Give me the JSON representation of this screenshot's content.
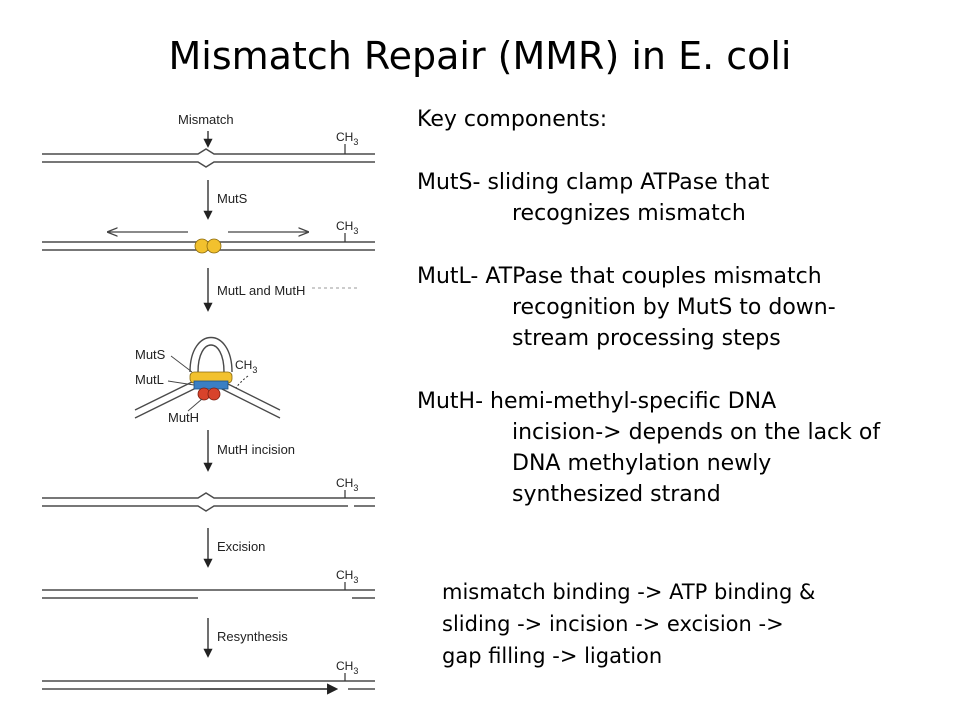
{
  "title": "Mismatch Repair (MMR) in E. coli",
  "diagram": {
    "step_labels": [
      "Mismatch",
      "MutS",
      "MutL and MutH",
      "MutH incision",
      "Excision",
      "Resynthesis"
    ],
    "ch3_label": "CH",
    "ch3_subscript": "3",
    "complex_labels": {
      "muts": "MutS",
      "mutl": "MutL",
      "muth": "MutH"
    },
    "colors": {
      "muts": "#f2c12e",
      "mutl": "#3a7fc4",
      "muth": "#d8432b",
      "strand": "#4a4a4a",
      "arrow": "#222222"
    }
  },
  "key_components": {
    "heading": "Key components:",
    "muts": {
      "line1": "MutS- sliding clamp ATPase that",
      "line2": "recognizes mismatch"
    },
    "mutl": {
      "line1": "MutL- ATPase that couples mismatch",
      "line2": "recognition by MutS to down-",
      "line3": "stream processing steps"
    },
    "muth": {
      "line1": "MutH- hemi-methyl-specific DNA",
      "line2": "incision-> depends on the lack of",
      "line3": "DNA methylation newly",
      "line4": "synthesized strand"
    }
  },
  "summary": {
    "line1": "mismatch binding -> ATP binding &",
    "line2": "sliding -> incision -> excision ->",
    "line3": "gap filling -> ligation"
  }
}
